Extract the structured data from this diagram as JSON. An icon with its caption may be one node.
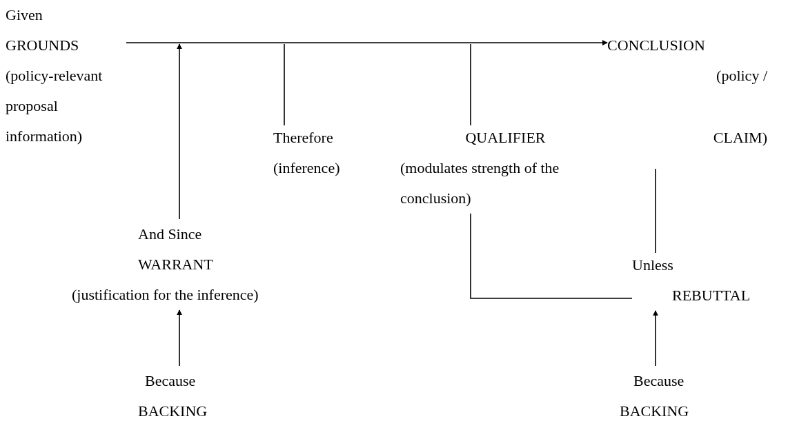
{
  "diagram": {
    "nodes": [
      {
        "text": [
          "Given",
          "GROUNDS",
          "(policy-relevant proposal information)"
        ]
      },
      {
        "text": [
          "CONCLUSION",
          "(policy / CLAIM)"
        ]
      },
      {
        "text": [
          "Therefore",
          "(inference)"
        ]
      },
      {
        "text": [
          "QUALIFIER",
          "(modulates strength of the conclusion)"
        ]
      },
      {
        "text": [
          "And Since",
          "WARRANT",
          "(justification for the inference)"
        ]
      },
      {
        "text": [
          "Unless",
          "REBUTTAL"
        ]
      },
      {
        "text": [
          "Because",
          "BACKING"
        ]
      },
      {
        "text": [
          "Because",
          "BACKING"
        ]
      }
    ],
    "edges": [
      {
        "from": 0,
        "to": 1,
        "arrow": "to"
      },
      {
        "from": 4,
        "to": null,
        "arrow": "to"
      },
      {
        "from": null,
        "to": 2,
        "arrow": "none"
      },
      {
        "from": null,
        "to": 3,
        "arrow": "none"
      },
      {
        "from": 1,
        "to": 5,
        "arrow": "none"
      },
      {
        "from": 3,
        "to": 5,
        "arrow": "none"
      },
      {
        "from": 6,
        "to": 4,
        "arrow": "to"
      },
      {
        "from": 7,
        "to": 5,
        "arrow": "to"
      }
    ]
  }
}
